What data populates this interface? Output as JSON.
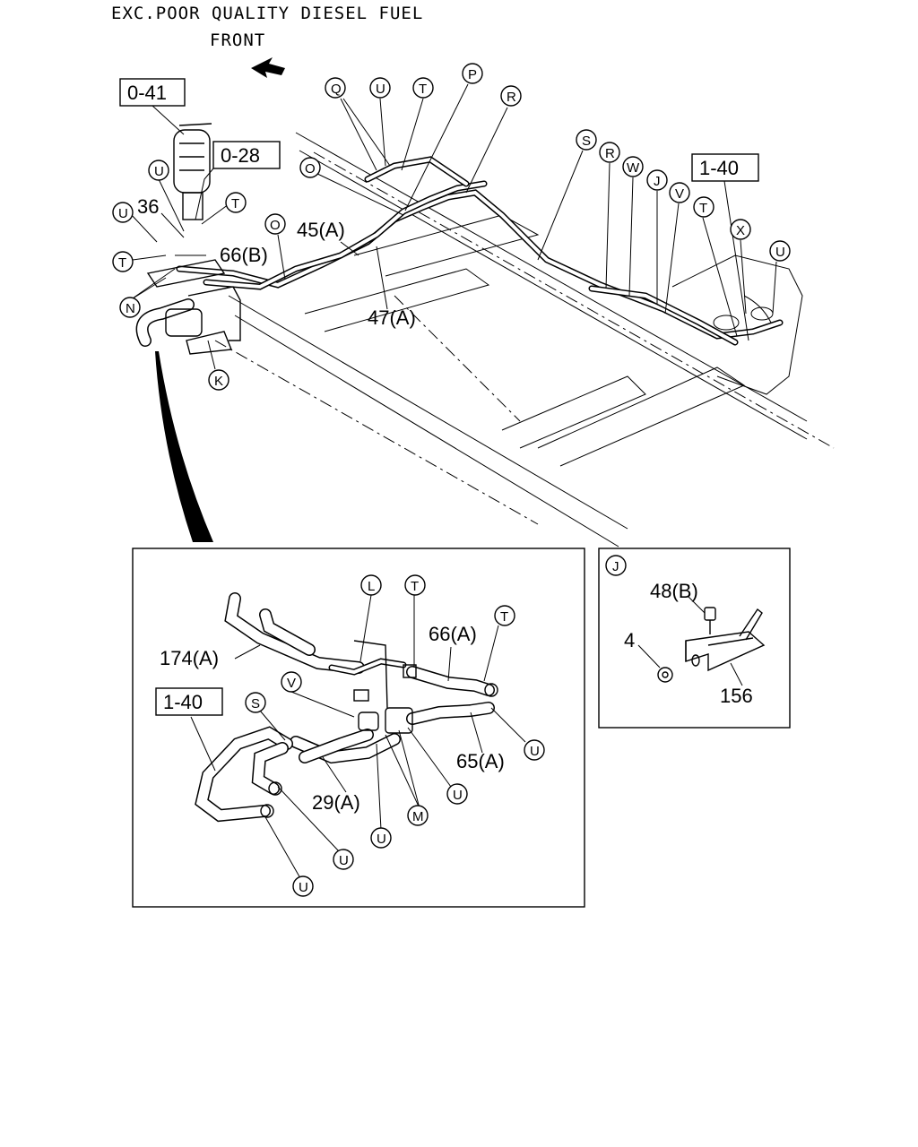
{
  "header": {
    "condition": "EXC.POOR QUALITY DIESEL FUEL",
    "direction": "FRONT"
  },
  "references": [
    "0-41",
    "0-28",
    "1-40"
  ],
  "callouts": {
    "Q": "Q",
    "U": "U",
    "T": "T",
    "P": "P",
    "R": "R",
    "O": "O",
    "S": "S",
    "W": "W",
    "J": "J",
    "V": "V",
    "X": "X",
    "N": "N",
    "K": "K",
    "L": "L",
    "M": "M"
  },
  "part_numbers": {
    "p36": "36",
    "p66B": "66(B)",
    "p45A": "45(A)",
    "p47A": "47(A)",
    "p174A": "174(A)",
    "p66A": "66(A)",
    "p65A": "65(A)",
    "p29A": "29(A)",
    "p48B": "48(B)",
    "p4": "4",
    "p156": "156"
  }
}
